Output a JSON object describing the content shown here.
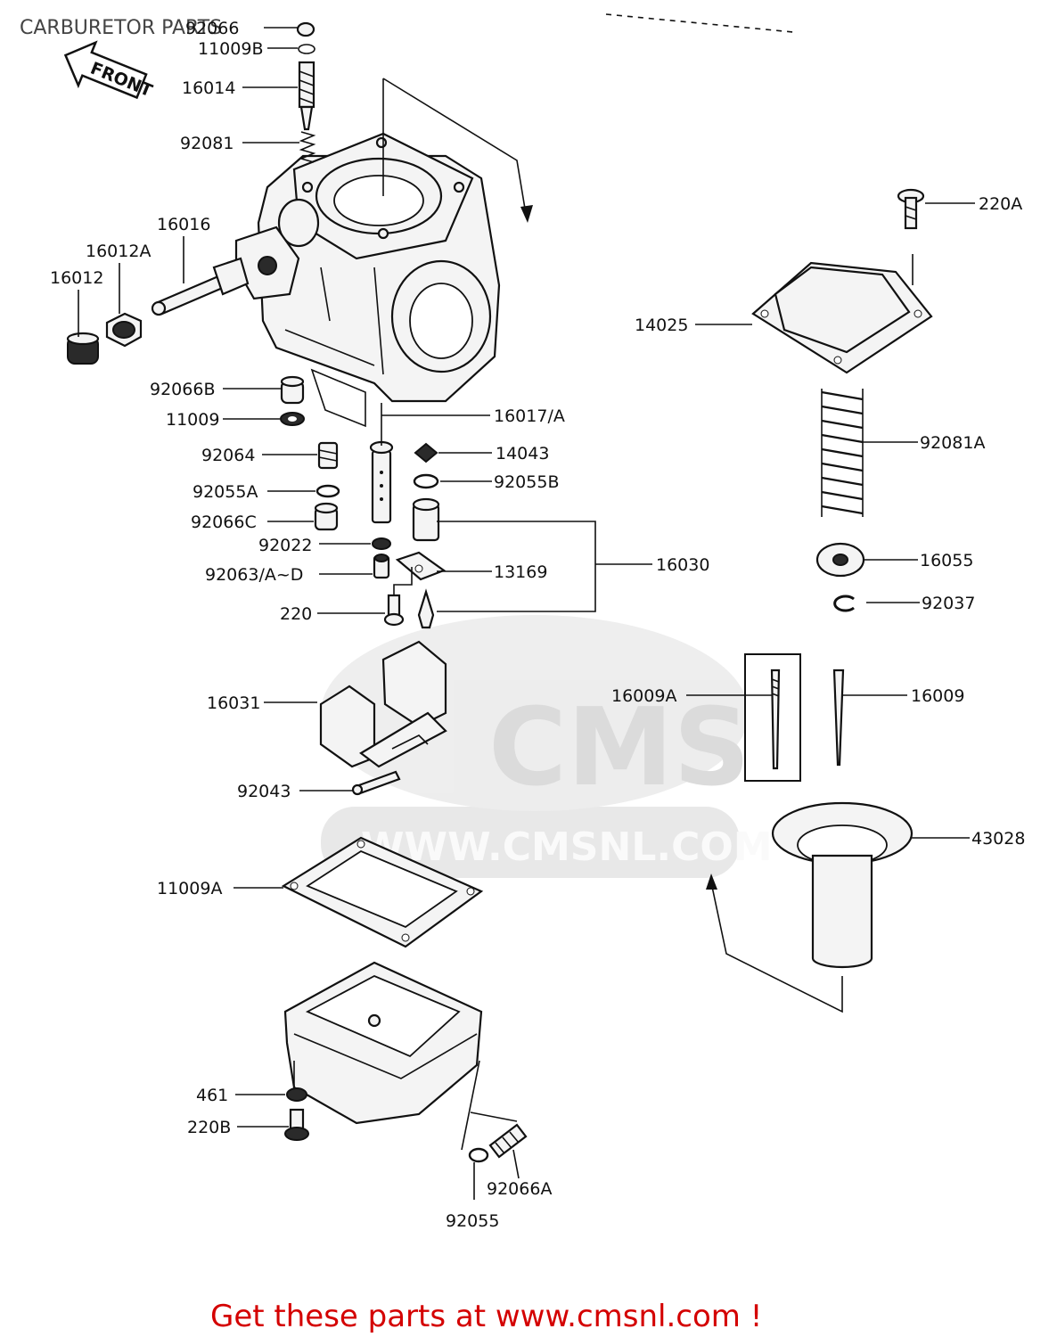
{
  "title": "CARBURETOR PARTS",
  "front_label": "FRONT",
  "watermark": {
    "logo": "CMS",
    "url": "WWW.CMSNL.COM"
  },
  "footer": "Get these parts at www.cmsnl.com !",
  "parts": [
    {
      "id": "p-92066",
      "label": "92066"
    },
    {
      "id": "p-11009b",
      "label": "11009B"
    },
    {
      "id": "p-16014",
      "label": "16014"
    },
    {
      "id": "p-92081",
      "label": "92081"
    },
    {
      "id": "p-16016",
      "label": "16016"
    },
    {
      "id": "p-16012a",
      "label": "16012A"
    },
    {
      "id": "p-16012",
      "label": "16012"
    },
    {
      "id": "p-92066b",
      "label": "92066B"
    },
    {
      "id": "p-11009",
      "label": "11009"
    },
    {
      "id": "p-92064",
      "label": "92064"
    },
    {
      "id": "p-92055a",
      "label": "92055A"
    },
    {
      "id": "p-92066c",
      "label": "92066C"
    },
    {
      "id": "p-92022",
      "label": "92022"
    },
    {
      "id": "p-92063",
      "label": "92063/A~D"
    },
    {
      "id": "p-220",
      "label": "220"
    },
    {
      "id": "p-16017",
      "label": "16017/A"
    },
    {
      "id": "p-14043",
      "label": "14043"
    },
    {
      "id": "p-92055b",
      "label": "92055B"
    },
    {
      "id": "p-13169",
      "label": "13169"
    },
    {
      "id": "p-16030",
      "label": "16030"
    },
    {
      "id": "p-16031",
      "label": "16031"
    },
    {
      "id": "p-92043",
      "label": "92043"
    },
    {
      "id": "p-11009a",
      "label": "11009A"
    },
    {
      "id": "p-461",
      "label": "461"
    },
    {
      "id": "p-220b",
      "label": "220B"
    },
    {
      "id": "p-92055",
      "label": "92055"
    },
    {
      "id": "p-92066a",
      "label": "92066A"
    },
    {
      "id": "p-220a",
      "label": "220A"
    },
    {
      "id": "p-14025",
      "label": "14025"
    },
    {
      "id": "p-92081a",
      "label": "92081A"
    },
    {
      "id": "p-16055",
      "label": "16055"
    },
    {
      "id": "p-92037",
      "label": "92037"
    },
    {
      "id": "p-16009a",
      "label": "16009A"
    },
    {
      "id": "p-16009",
      "label": "16009"
    },
    {
      "id": "p-43028",
      "label": "43028"
    }
  ]
}
